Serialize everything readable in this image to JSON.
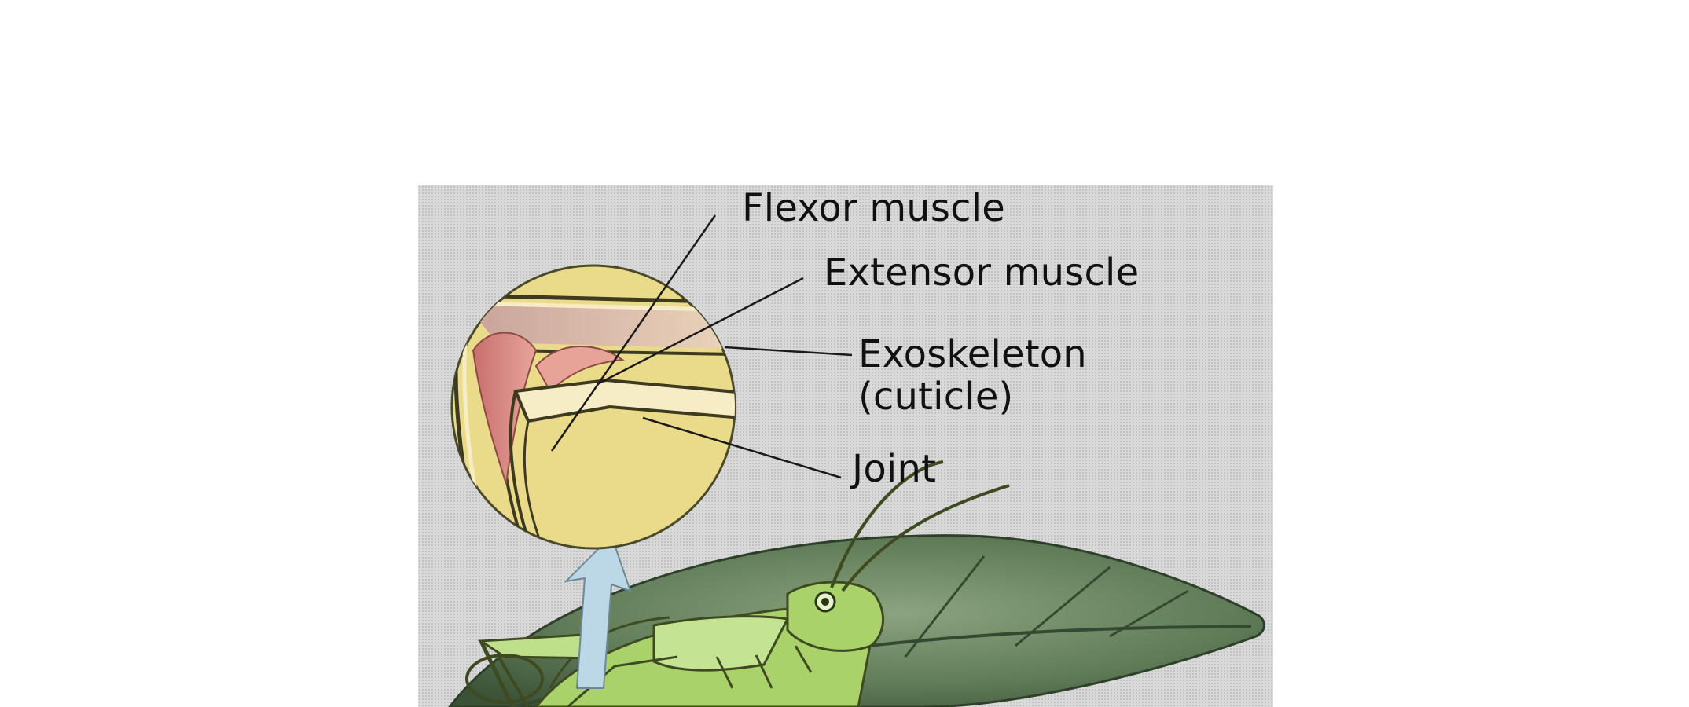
{
  "labels": {
    "flexor_muscle": "Flexor muscle",
    "extensor_muscle": "Extensor muscle",
    "exoskeleton_line1": "Exoskeleton",
    "exoskeleton_line2": "(cuticle)",
    "joint": "Joint"
  },
  "colors": {
    "background": "#ffffff",
    "stipple": "#d9d9d9",
    "inset_fill": "#eadb8a",
    "muscle": "#d98080",
    "muscle_shadow": "#b66a5e",
    "leaf": "#5d7a55",
    "grasshopper": "#a9d36a",
    "arrow": "#bcd8e6"
  }
}
